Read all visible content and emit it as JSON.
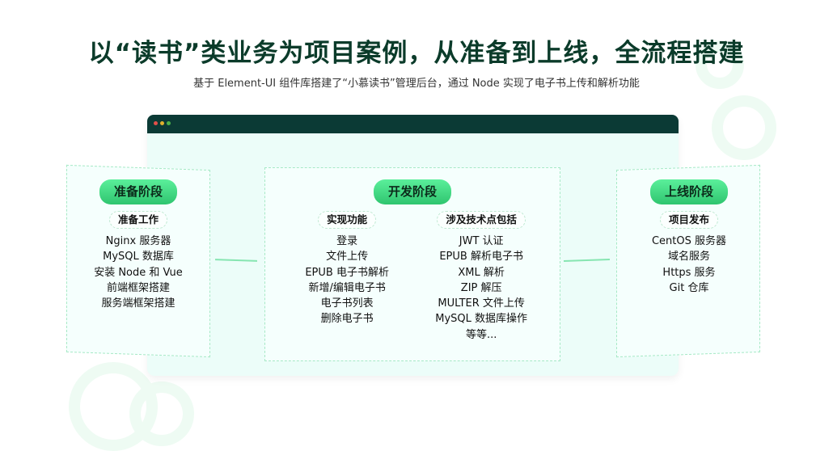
{
  "header": {
    "title": "以“读书”类业务为项目案例，从准备到上线，全流程搭建",
    "subtitle": "基于 Element-UI 组件库搭建了“小慕读书”管理后台，通过 Node 实现了电子书上传和解析功能"
  },
  "window": {
    "dots": [
      "#e2504a",
      "#e1b12c",
      "#4cb04a"
    ],
    "titlebar_color": "#0b3a35"
  },
  "phases": {
    "prep": {
      "label": "准备阶段",
      "tag": "准备工作",
      "items": [
        "Nginx 服务器",
        "MySQL 数据库",
        "安装 Node 和 Vue",
        "前端框架搭建",
        "服务端框架搭建"
      ]
    },
    "dev": {
      "label": "开发阶段",
      "features_tag": "实现功能",
      "features": [
        "登录",
        "文件上传",
        "EPUB 电子书解析",
        "新增/编辑电子书",
        "电子书列表",
        "删除电子书"
      ],
      "tech_tag": "涉及技术点包括",
      "tech": [
        "JWT 认证",
        "EPUB 解析电子书",
        "XML 解析",
        "ZIP 解压",
        "MULTER 文件上传",
        "MySQL 数据库操作",
        "等等..."
      ]
    },
    "launch": {
      "label": "上线阶段",
      "tag": "项目发布",
      "items": [
        "CentOS 服务器",
        "域名服务",
        "Https 服务",
        "Git 仓库"
      ]
    }
  },
  "colors": {
    "title": "#0b3b2a",
    "accent_green": "#3fd67f",
    "dash_border": "#a7e9c6",
    "window_bg": "#ecfdf9"
  }
}
